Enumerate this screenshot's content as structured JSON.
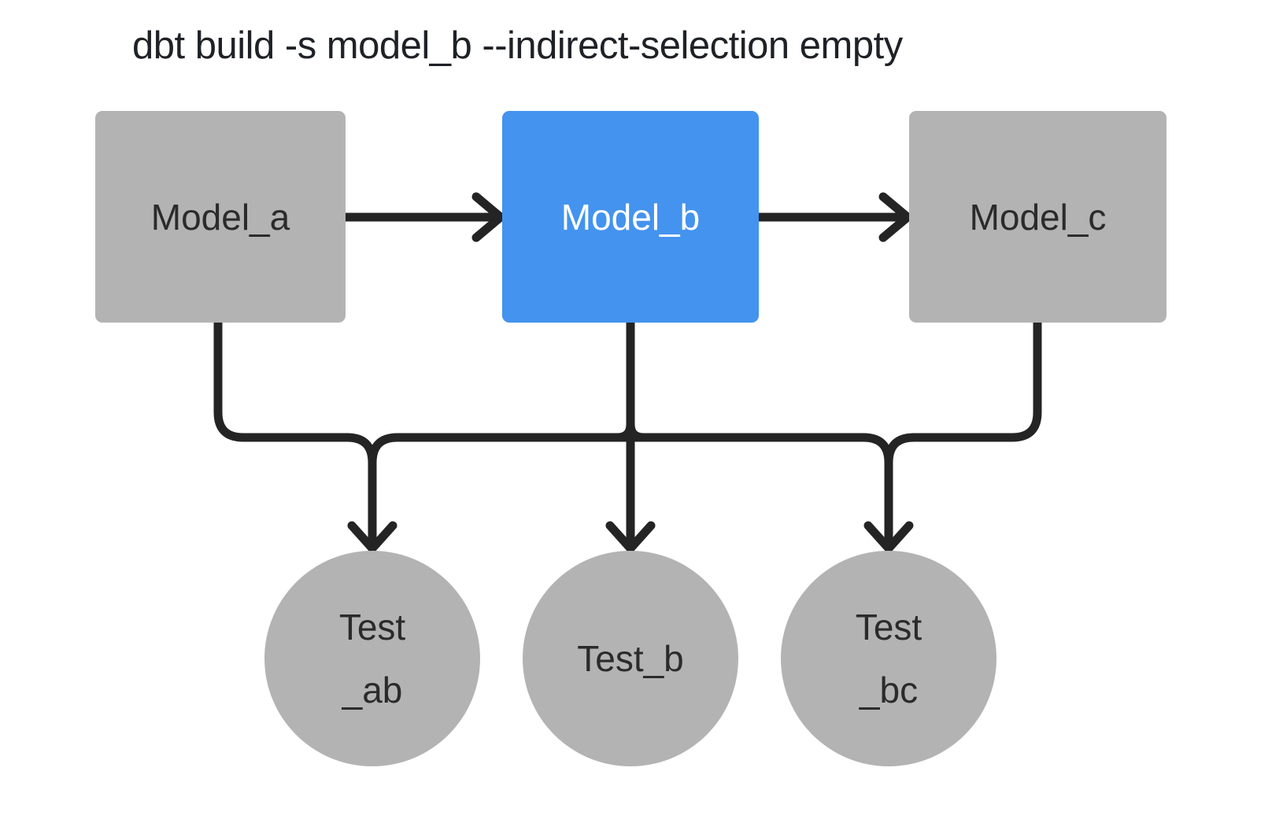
{
  "title": "dbt build -s model_b --indirect-selection empty",
  "colors": {
    "background": "#ffffff",
    "node_gray": "#b3b3b3",
    "selected_blue": "#4493ef",
    "edge": "#242424",
    "text_dark": "#2b2b2b",
    "text_title": "#1e2126",
    "text_light": "#ffffff"
  },
  "diagram": {
    "models": [
      {
        "id": "model_a",
        "label": "Model_a",
        "selected": false
      },
      {
        "id": "model_b",
        "label": "Model_b",
        "selected": true
      },
      {
        "id": "model_c",
        "label": "Model_c",
        "selected": false
      }
    ],
    "tests": [
      {
        "id": "test_ab",
        "label_lines": [
          "Test",
          "_ab"
        ]
      },
      {
        "id": "test_b",
        "label_lines": [
          "Test_b",
          ""
        ]
      },
      {
        "id": "test_bc",
        "label_lines": [
          "Test",
          "_bc"
        ]
      }
    ],
    "edges": [
      "model_a -> model_b",
      "model_b -> model_c",
      "model_a -> test_ab",
      "model_b -> test_ab",
      "model_b -> test_b",
      "model_b -> test_bc",
      "model_c -> test_bc"
    ]
  }
}
